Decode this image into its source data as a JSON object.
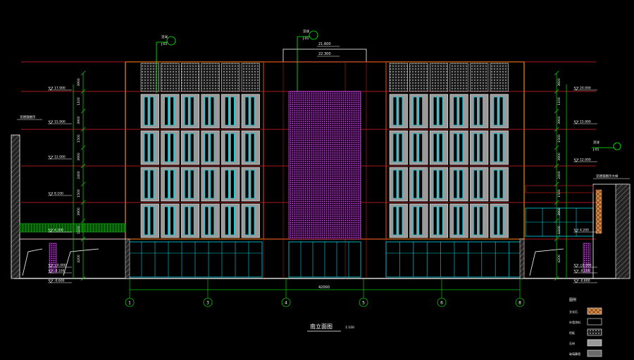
{
  "drawing": {
    "title": "南立面图",
    "scale": "1:100",
    "colors": {
      "background": "#000000",
      "frame": "#e6e600",
      "grid": "#e02020",
      "dimension": "#00c800",
      "glass": "#00d8e8",
      "panel": "#9a9a9a",
      "curtain": "#c040e0",
      "callout": "#00ff00",
      "white": "#ffffff"
    }
  },
  "axes": {
    "labels": [
      "1",
      "3",
      "4",
      "5",
      "6",
      "8"
    ],
    "overall_dim": "42000"
  },
  "elevations": {
    "left": [
      "17.900",
      "15.900",
      "12.000",
      "8.100",
      "4.200",
      "±0.000",
      "-0.100",
      "-0.600"
    ],
    "right": [
      "20.000",
      "15.900",
      "12.000",
      "4.200",
      "±0.000",
      "-0.100",
      "-0.600"
    ],
    "top_center": [
      "21.600",
      "22.300"
    ]
  },
  "dimensions": {
    "left_segments": [
      "3900",
      "1100",
      "3900",
      "1500",
      "3900",
      "2400",
      "1500",
      "3900",
      "1100",
      "4200"
    ],
    "right_segments": [
      "3600",
      "1100",
      "3900",
      "1500",
      "3900",
      "2400",
      "1500",
      "3900",
      "1100",
      "4200"
    ]
  },
  "callouts": {
    "left_top": [
      "见详",
      "J-01"
    ],
    "center_top": [
      "见详",
      "J-01"
    ],
    "left_side": "见建施图示",
    "right_side": [
      "见详",
      "J-01"
    ],
    "right_mid": "见建施图示大样"
  },
  "legend": {
    "title": "图例",
    "items": [
      {
        "label": "文化石",
        "swatch": "#d98b4a"
      },
      {
        "label": "外墙涂料",
        "swatch": "#000000"
      },
      {
        "label": "铝板",
        "swatch": "#3a3a3a"
      },
      {
        "label": "石材",
        "swatch": "#9a9a9a"
      },
      {
        "label": "玻璃幕墙",
        "swatch": "#6a6a6a"
      }
    ]
  }
}
